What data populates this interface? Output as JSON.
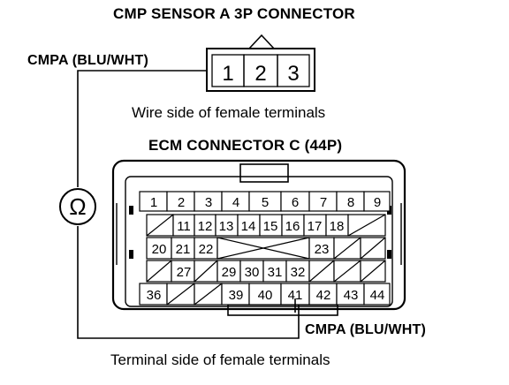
{
  "cmp_connector": {
    "title": "CMP SENSOR A 3P CONNECTOR",
    "terminals": [
      "1",
      "2",
      "3"
    ],
    "side_caption": "Wire side of female terminals"
  },
  "ecm_connector": {
    "title": "ECM CONNECTOR C (44P)",
    "side_caption": "Terminal side of female terminals",
    "rows": [
      [
        "1",
        "2",
        "3",
        "4",
        "5",
        "6",
        "7",
        "8",
        "9"
      ],
      [
        "",
        "11",
        "12",
        "13",
        "14",
        "15",
        "16",
        "17",
        "18",
        ""
      ],
      [
        "20",
        "21",
        "22",
        "",
        "",
        "",
        "",
        "",
        "23",
        "",
        ""
      ],
      [
        "",
        "27",
        "",
        "29",
        "30",
        "31",
        "32",
        "",
        "",
        ""
      ],
      [
        "36",
        "",
        "",
        "39",
        "40",
        "41",
        "42",
        "43",
        "44"
      ]
    ]
  },
  "wire_labels": {
    "top": "CMPA (BLU/WHT)",
    "bottom": "CMPA (BLU/WHT)"
  },
  "meter": {
    "symbol": "Ω",
    "icon": "ohmmeter-icon"
  },
  "colors": {
    "ink": "#000000",
    "background": "#ffffff"
  }
}
